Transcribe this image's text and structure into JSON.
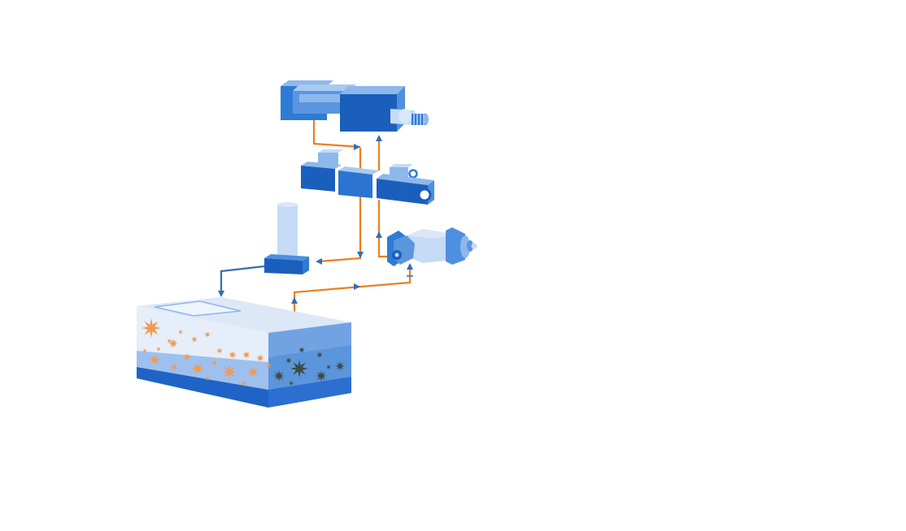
{
  "colors": {
    "background": "#ffffff",
    "component_blue": "#2e7bd6",
    "component_blue_dark": "#1b5fbd",
    "component_blue_mid": "#4e8fe0",
    "component_blue_light": "#8db8ec",
    "component_blue_pale": "#c5daf5",
    "line_orange": "#ed7d1f",
    "line_blue": "#2f6fb5",
    "particle_orange": "#f29a55",
    "particle_dark": "#404a40",
    "reservoir_front": "#dbe7f7",
    "reservoir_side": "#5b95dc",
    "reservoir_base": "#1f63c6"
  },
  "components": [
    {
      "name": "hydraulic-cylinder",
      "icon": "cylinder-icon"
    },
    {
      "name": "directional-valve",
      "icon": "valve-block-icon"
    },
    {
      "name": "hydraulic-pump",
      "icon": "pump-motor-icon"
    },
    {
      "name": "return-filter",
      "icon": "filter-icon"
    },
    {
      "name": "reservoir-tank",
      "icon": "tank-icon"
    }
  ],
  "contamination": {
    "orange_particles": 22,
    "dark_particles": 9
  }
}
